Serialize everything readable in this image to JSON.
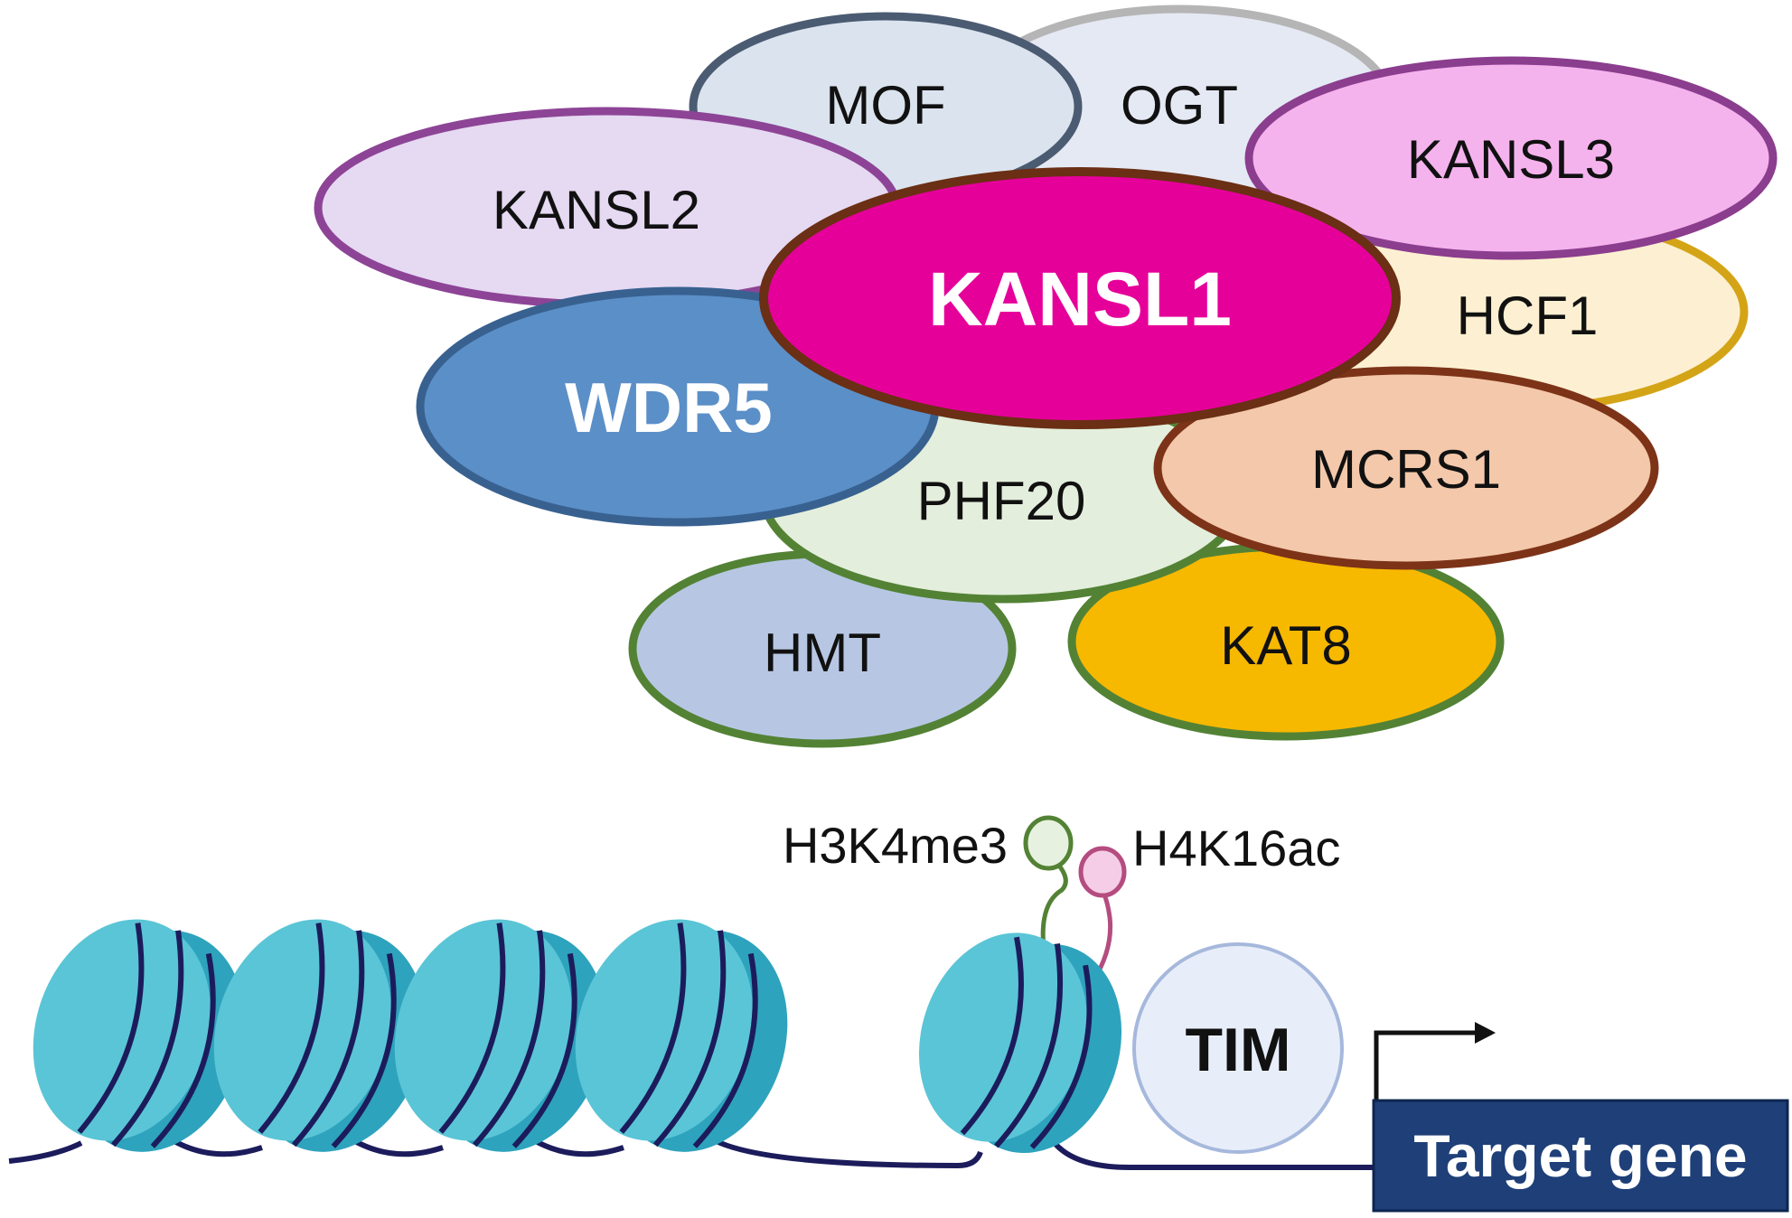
{
  "proteins": {
    "mof": "MOF",
    "ogt": "OGT",
    "kansl2": "KANSL2",
    "kansl3": "KANSL3",
    "kansl1": "KANSL1",
    "hcf1": "HCF1",
    "wdr5": "WDR5",
    "phf20": "PHF20",
    "mcrs1": "MCRS1",
    "hmt": "HMT",
    "kat8": "KAT8"
  },
  "marks": {
    "h3k4me3": "H3K4me3",
    "h4k16ac": "H4K16ac"
  },
  "tim": "TIM",
  "target_gene": "Target gene",
  "colors": {
    "kansl1": "#e6009a",
    "wdr5": "#4a86c5",
    "kat8": "#f7b800",
    "nucleosome": "#38b6cc",
    "dna": "#1c1c5c",
    "target_box": "#1e3f78"
  }
}
